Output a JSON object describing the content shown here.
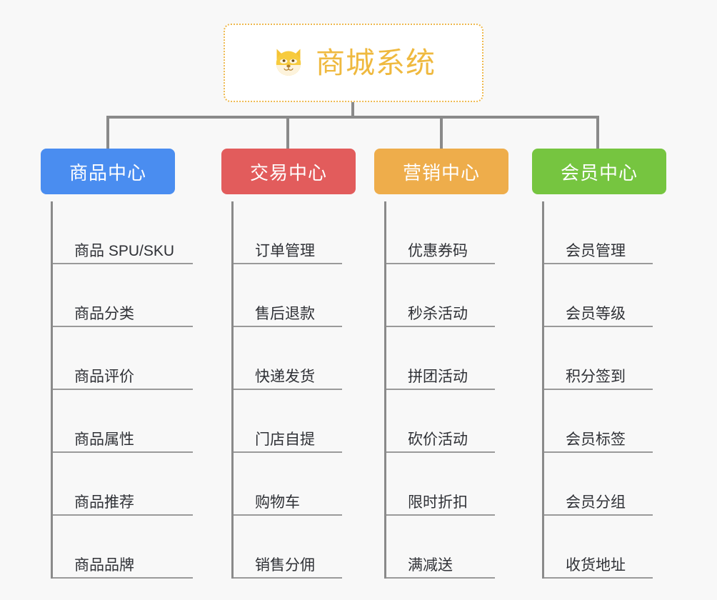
{
  "diagram": {
    "root": {
      "title": "商城系统",
      "icon": "dog-face-icon",
      "border_color": "#eeb94e",
      "text_color": "#efb93f",
      "background": "#ffffff"
    },
    "background_color": "#f8f8f8",
    "connector_color": "#8a8a8a",
    "columns": [
      {
        "label": "商品中心",
        "color": "#4a8df0",
        "items": [
          "商品 SPU/SKU",
          "商品分类",
          "商品评价",
          "商品属性",
          "商品推荐",
          "商品品牌"
        ]
      },
      {
        "label": "交易中心",
        "color": "#e25c5c",
        "items": [
          "订单管理",
          "售后退款",
          "快递发货",
          "门店自提",
          "购物车",
          "销售分佣"
        ]
      },
      {
        "label": "营销中心",
        "color": "#eead4b",
        "items": [
          "优惠券码",
          "秒杀活动",
          "拼团活动",
          "砍价活动",
          "限时折扣",
          "满减送"
        ]
      },
      {
        "label": "会员中心",
        "color": "#76c540",
        "items": [
          "会员管理",
          "会员等级",
          "积分签到",
          "会员标签",
          "会员分组",
          "收货地址"
        ]
      }
    ]
  }
}
